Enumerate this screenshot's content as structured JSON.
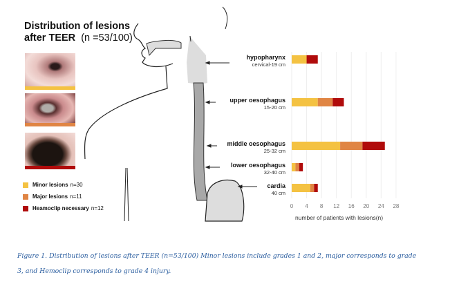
{
  "title": {
    "line1": "Distribution of lesions",
    "line2": "after TEER",
    "n": "(n =53/100)"
  },
  "legend": [
    {
      "label": "Minor lesions",
      "count": "n=30",
      "color": "#f4c242"
    },
    {
      "label": "Major lesions",
      "count": "n=11",
      "color": "#e08544"
    },
    {
      "label": "Heamoclip necessary",
      "count": "n=12",
      "color": "#b00b0b"
    }
  ],
  "chart_data": {
    "type": "bar",
    "orientation": "horizontal",
    "stacked": true,
    "categories": [
      {
        "name": "hypopharynx",
        "range": "cervical-19 cm"
      },
      {
        "name": "upper oesophagus",
        "range": "15-20 cm"
      },
      {
        "name": "middle oesophagus",
        "range": "25-32 cm"
      },
      {
        "name": "lower oesophagus",
        "range": "32-40 cm"
      },
      {
        "name": "cardia",
        "range": "40 cm"
      }
    ],
    "series": [
      {
        "name": "Minor lesions",
        "values": [
          4,
          7,
          13,
          1,
          5
        ]
      },
      {
        "name": "Major lesions",
        "values": [
          0,
          4,
          6,
          1,
          1
        ]
      },
      {
        "name": "Heamoclip necessary",
        "values": [
          3,
          3,
          6,
          1,
          1
        ]
      }
    ],
    "xlabel": "number of patients with lesions(n)",
    "xlim": [
      0,
      28
    ],
    "xticks": [
      0,
      4,
      8,
      12,
      16,
      20,
      24,
      28
    ],
    "grid": true
  },
  "caption": {
    "line1": "Figure 1. Distribution of lesions after TEER (n=53/100)  Minor lesions include grades 1 and 2, major corresponds to grade",
    "line2": "3, and Hemoclip corresponds to grade 4 injury."
  }
}
